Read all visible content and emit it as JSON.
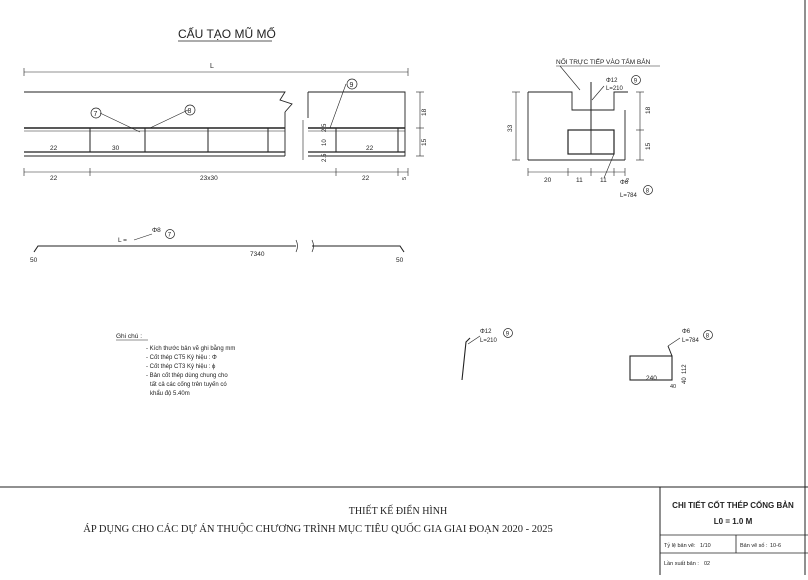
{
  "drawing": {
    "title": "CẤU TẠO MŨ MỐ",
    "main_section": {
      "top_dim": "L",
      "bar_callouts": [
        "7",
        "8",
        "9"
      ],
      "left_span_bottom": "22",
      "left_span_inner": "22",
      "center_label": "30",
      "span_label": "23x30",
      "right_span_bottom": "22",
      "right_span_inner": "22",
      "vertical_small_a": "2.5",
      "vertical_small_b": "10",
      "vertical_small_c": "2.5",
      "right_height_top": "18",
      "right_height_bottom": "15",
      "right_height_tiny": "5"
    },
    "cross_section": {
      "label": "NỐI TRỰC TIẾP VÀO TẤM BẢN",
      "bar9_spec": "Φ12",
      "bar9_length": "L=210",
      "bar9_num": "9",
      "bar8_spec": "Φ6",
      "bar8_length": "L=784",
      "bar8_num": "8",
      "height_total": "33",
      "height_top": "18",
      "height_bottom": "15",
      "width_1": "20",
      "width_2": "11",
      "width_3": "11",
      "width_tiny": "2"
    },
    "long_bar": {
      "l_prefix": "L =",
      "spec": "Φ8",
      "num": "7",
      "length": "7340",
      "left_hook": "50",
      "right_hook": "50"
    },
    "notes": {
      "heading": "Ghi chú :",
      "items": [
        "- Kích thước bản vẽ ghi bằng mm",
        "- Cốt thép CT5 Ký hiệu : Φ",
        "- Cốt thép CT3 Ký hiệu : ϕ",
        "- Bản cốt thép dùng chung cho",
        "tất cả các cống trên tuyến có",
        "khẩu độ 5.40m"
      ]
    },
    "bar9_detail": {
      "spec": "Φ12",
      "length": "L=210",
      "num": "9"
    },
    "bar8_detail": {
      "spec": "Φ6",
      "length": "L=784",
      "num": "8",
      "width": "240",
      "height": "112",
      "hook": "40",
      "side": "40"
    }
  },
  "footer": {
    "line1": "THIẾT KẾ ĐIỂN HÌNH",
    "line2": "ÁP DỤNG CHO CÁC DỰ ÁN THUỘC CHƯƠNG TRÌNH MỤC TIÊU QUỐC GIA GIAI ĐOẠN 2020 - 2025"
  },
  "title_block": {
    "title_line1": "CHI TIẾT CỐT THÉP CỐNG BẢN",
    "title_line2": "L0 = 1.0 M",
    "scale_label": "Tỷ lệ bản vẽ:",
    "scale_value": "1/10",
    "sheet_label": "Bản vẽ số :",
    "sheet_value": "10-6",
    "issue_label": "Lần xuất bản :",
    "issue_value": "02"
  }
}
